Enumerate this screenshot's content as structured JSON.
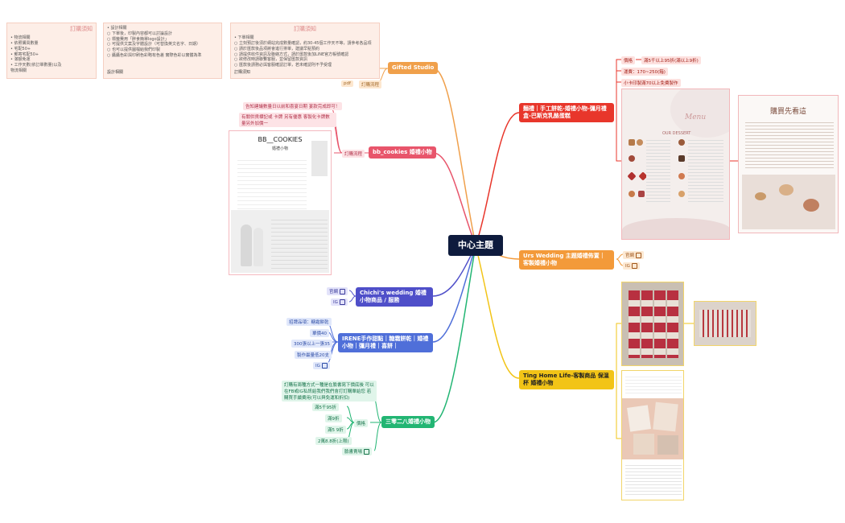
{
  "center": "中心主題",
  "gifted": {
    "label": "Gifted Studio",
    "process": "訂購流程",
    "pdf": "pdf",
    "card1_title": "訂購須知",
    "card1_lines": [
      "• 物流相關",
      "  • 依照購買數量",
      "    • 宅配50+",
      "    • 郵寄宅配50+",
      "    • 滿額免運",
      "  • 工作天數(依訂單數量)以及",
      "物流相關"
    ],
    "card2_lines": [
      "• 設計相關",
      "  ○ 下單後，印製內容都可以討論設計",
      "  ○ 標籤費用「胖食簡單logo設計」",
      "  ○ 可提供文案及字體設計（可替換英文名字、日期）",
      "  ○ 也可以提供圖檔給我們印製",
      "  ○ 醬醬色彩與印刷色彩略有色差 實際色彩以實體為準"
    ],
    "card2_footer": "設計相關",
    "card3_title": "訂購須知",
    "card3_lines": [
      "• 下單相關",
      "  ○ 立刻預訂後須於網站完成數量確認，約30-45個工作天不等，請參考各品項",
      "  ○ 請於匯款後品項將會進行排單，建議早點預約",
      "  ○ 請提供收件資訊及聯絡方式，請於匯款後加LINE官方帳號確認",
      "  ○ 欲修改時請聯繫客服，並保留匯款資訊",
      "  ○ 匯款後請務必與客服確認訂單，若未確認則不予受理"
    ],
    "card3_footer": "訂購須知"
  },
  "mianxiang": {
    "label": "麵禮｜手工餅乾-婚禮小物-彌月禮盒-巴斯克乳酪蛋糕",
    "leaves": [
      "價格",
      "滿5千以上95折(滿以上9折)",
      "運費：170~250(箱)",
      "小卡印製滿70以上免費製作"
    ],
    "menu_title": "Menu",
    "menu_sub": "OUR DESSERT",
    "buy_title": "購買先看這"
  },
  "bb": {
    "label": "bb_cookies 婚禮小物",
    "process": "訂購流程",
    "note1": "告知建議數量日以前和喜宴日期 宴款完成即可！",
    "note2": "有關供貨標記或 卡牌 另有優惠 客製化卡牌數量另外加價一",
    "card_title": "BB__COOKIES",
    "card_sub": "婚禮小物"
  },
  "chichi": {
    "label": "Chichi's wedding 婚禮小物商品 / 服務",
    "leaves": [
      "官網",
      "IG"
    ]
  },
  "irene": {
    "label": "IRENE手作甜點｜糖霜餅乾｜婚禮小物｜彌月禮｜喜餅｜",
    "leaves": [
      "招牌品項：糖霜餅乾",
      "單價40",
      "300張以上一張35",
      "製作最量低20支",
      "IG"
    ]
  },
  "sanlin": {
    "label": "三零二八婚禮小物",
    "note": "訂購有兩種方式一種是在臉書寫下價底後 可以在FB或IG私訊給我們我們會打訂購單給您 若購買手續費用(可以與免運和折扣)",
    "price_label": "價格",
    "leaves": [
      "滿5千95折",
      "滿9折",
      "滿5 9折",
      "2萬8.8折(上限)",
      "臉書賣場"
    ]
  },
  "urs": {
    "label": "Urs Wedding 主題婚禮佈置｜客製婚禮小物",
    "leaves": [
      "官網",
      "IG"
    ]
  },
  "ting": {
    "label": "Ting Home Life-客製商品 保溫杯 婚禮小物"
  }
}
